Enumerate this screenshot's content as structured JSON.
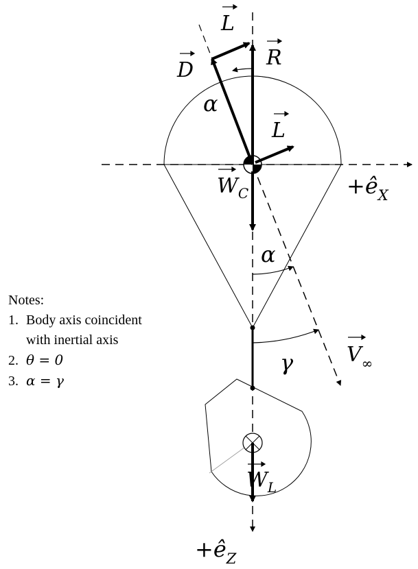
{
  "vectors": {
    "lift_top": {
      "symbol": "L"
    },
    "resultant": {
      "symbol": "R"
    },
    "drag": {
      "symbol": "D"
    },
    "lift_center": {
      "symbol": "L"
    },
    "weight_canopy": {
      "symbol": "W",
      "subscript": "C"
    },
    "weight_load": {
      "symbol": "W",
      "subscript": "L"
    },
    "freestream": {
      "symbol": "V",
      "subscript": "∞"
    }
  },
  "angles": {
    "alpha_top": "α",
    "alpha_lower": "α",
    "gamma": "γ"
  },
  "axes": {
    "x": {
      "sign": "+",
      "symbol": "ê",
      "subscript": "X"
    },
    "z": {
      "sign": "+",
      "symbol": "ê",
      "subscript": "Z"
    }
  },
  "notes": {
    "title": "Notes:",
    "items": [
      {
        "num": "1.",
        "line1": "Body axis coincident",
        "line2": "with inertial axis"
      },
      {
        "num": "2.",
        "math": "θ = 0"
      },
      {
        "num": "3.",
        "math": "α = γ"
      }
    ]
  }
}
